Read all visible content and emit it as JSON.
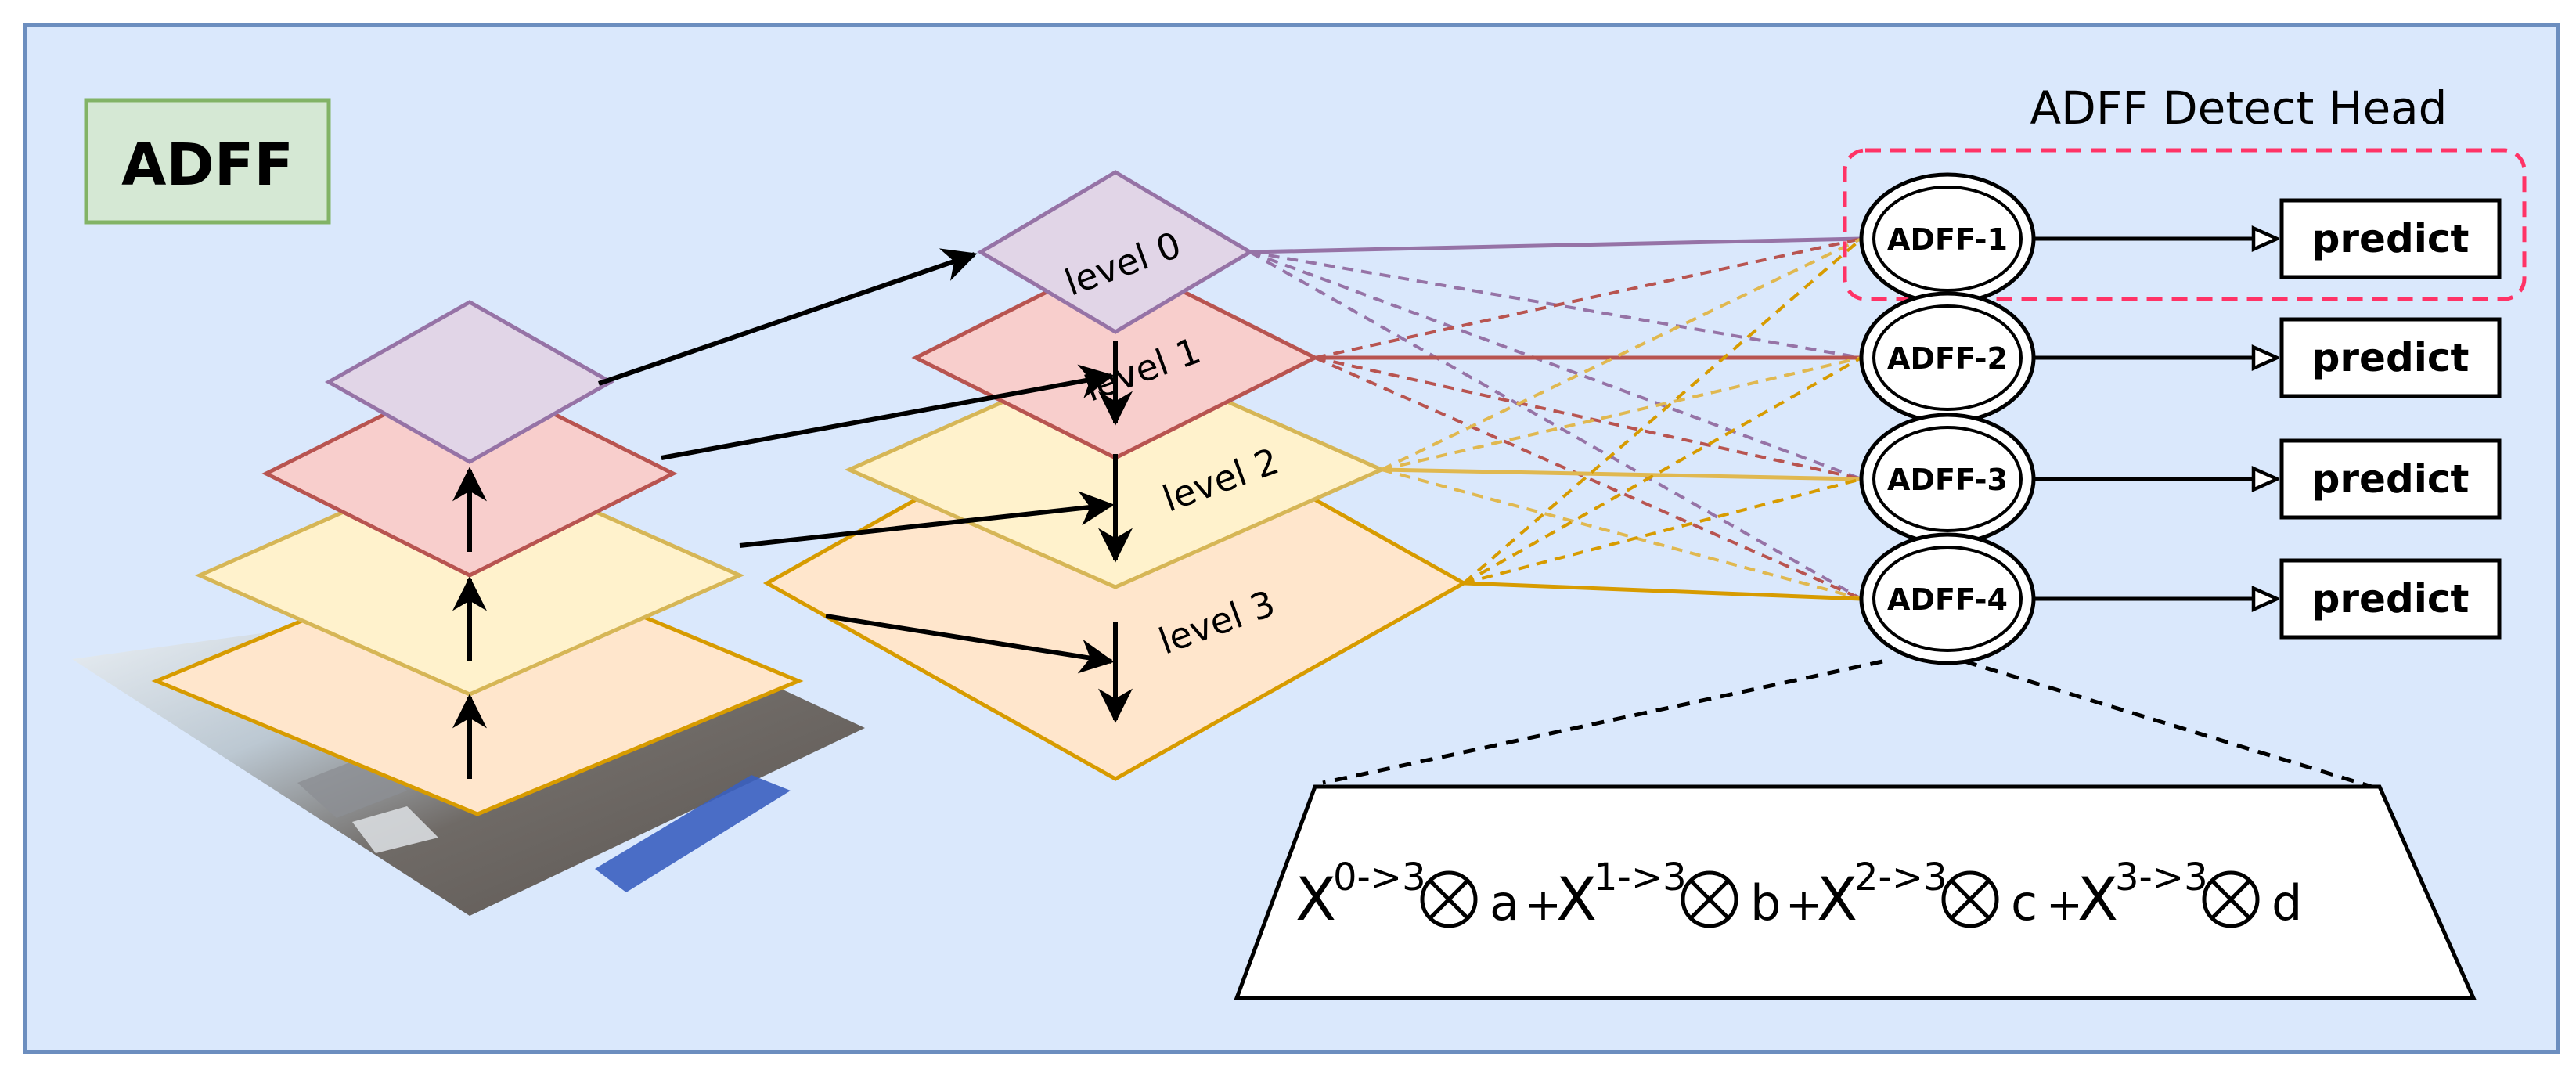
{
  "title_badge": {
    "label": "ADFF",
    "fill": "#d5e8d4",
    "stroke": "#82b366"
  },
  "background": {
    "fill": "#dae8fc",
    "stroke": "#6c8ebf"
  },
  "levels": [
    {
      "label": "level 0",
      "fill": "#e1d5e7",
      "stroke": "#9673a6"
    },
    {
      "label": "level 1",
      "fill": "#f8cecc",
      "stroke": "#b85450"
    },
    {
      "label": "level 2",
      "fill": "#fff2cc",
      "stroke": "#d6b656"
    },
    {
      "label": "level 3",
      "fill": "#ffe6cc",
      "stroke": "#d79b00"
    }
  ],
  "detect_head": {
    "label": "ADFF Detect Head",
    "border_color": "#ff3366",
    "modules": [
      {
        "label": "ADFF-1",
        "output": "predict"
      },
      {
        "label": "ADFF-2",
        "output": "predict"
      },
      {
        "label": "ADFF-3",
        "output": "predict"
      },
      {
        "label": "ADFF-4",
        "output": "predict"
      }
    ]
  },
  "formula": {
    "terms": [
      {
        "base": "X",
        "sup": "0->3",
        "weight": "a",
        "joiner": "+"
      },
      {
        "base": "X",
        "sup": "1->3",
        "weight": "b",
        "joiner": "+"
      },
      {
        "base": "X",
        "sup": "2->3",
        "weight": "c",
        "joiner": "+"
      },
      {
        "base": "X",
        "sup": "3->3",
        "weight": "d",
        "joiner": ""
      }
    ],
    "operator_icon": "circled-times-icon"
  }
}
